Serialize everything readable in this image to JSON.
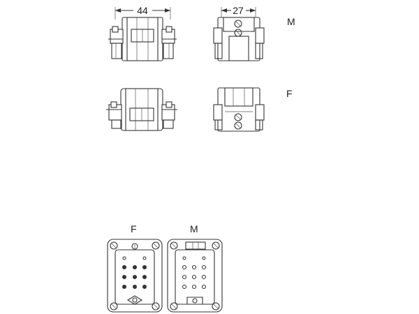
{
  "dimensions": {
    "width_label": "44",
    "depth_label": "27"
  },
  "labels": {
    "side_male": "M",
    "side_female": "F",
    "face_female": "F",
    "face_male": "M"
  }
}
